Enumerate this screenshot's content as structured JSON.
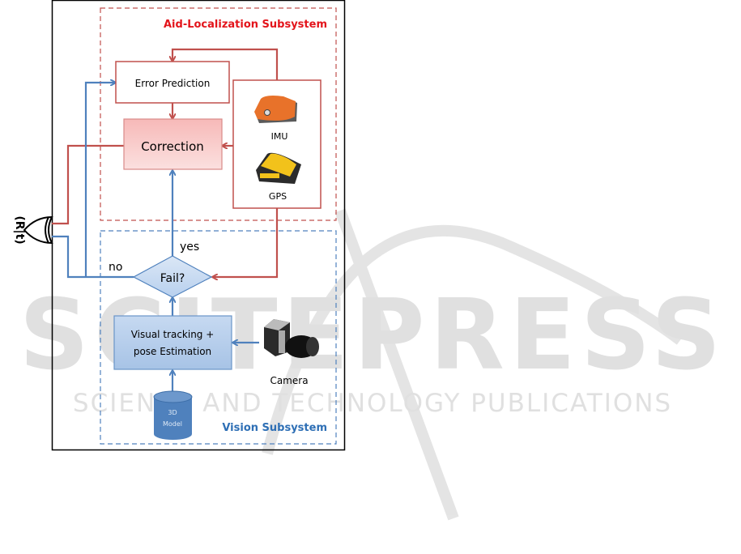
{
  "title_aid": "Aid-Localization Subsystem",
  "title_vision": "Vision Subsystem",
  "nodes": {
    "error_prediction": "Error Prediction",
    "correction": "Correction",
    "imu": "IMU",
    "gps": "GPS",
    "fail": "Fail?",
    "visual_tracking_line1": "Visual tracking +",
    "visual_tracking_line2": "pose Estimation",
    "camera": "Camera",
    "model_line1": "3D",
    "model_line2": "Model"
  },
  "edges": {
    "yes": "yes",
    "no": "no"
  },
  "output_label": "(R|t)",
  "colors": {
    "red": "#c0504d",
    "title_red": "#e3141b",
    "blue": "#4f81bd",
    "title_blue": "#2e6fb5"
  },
  "watermark": {
    "main": "SCITEPRESS",
    "sub": "SCIENCE AND TECHNOLOGY PUBLICATIONS"
  }
}
